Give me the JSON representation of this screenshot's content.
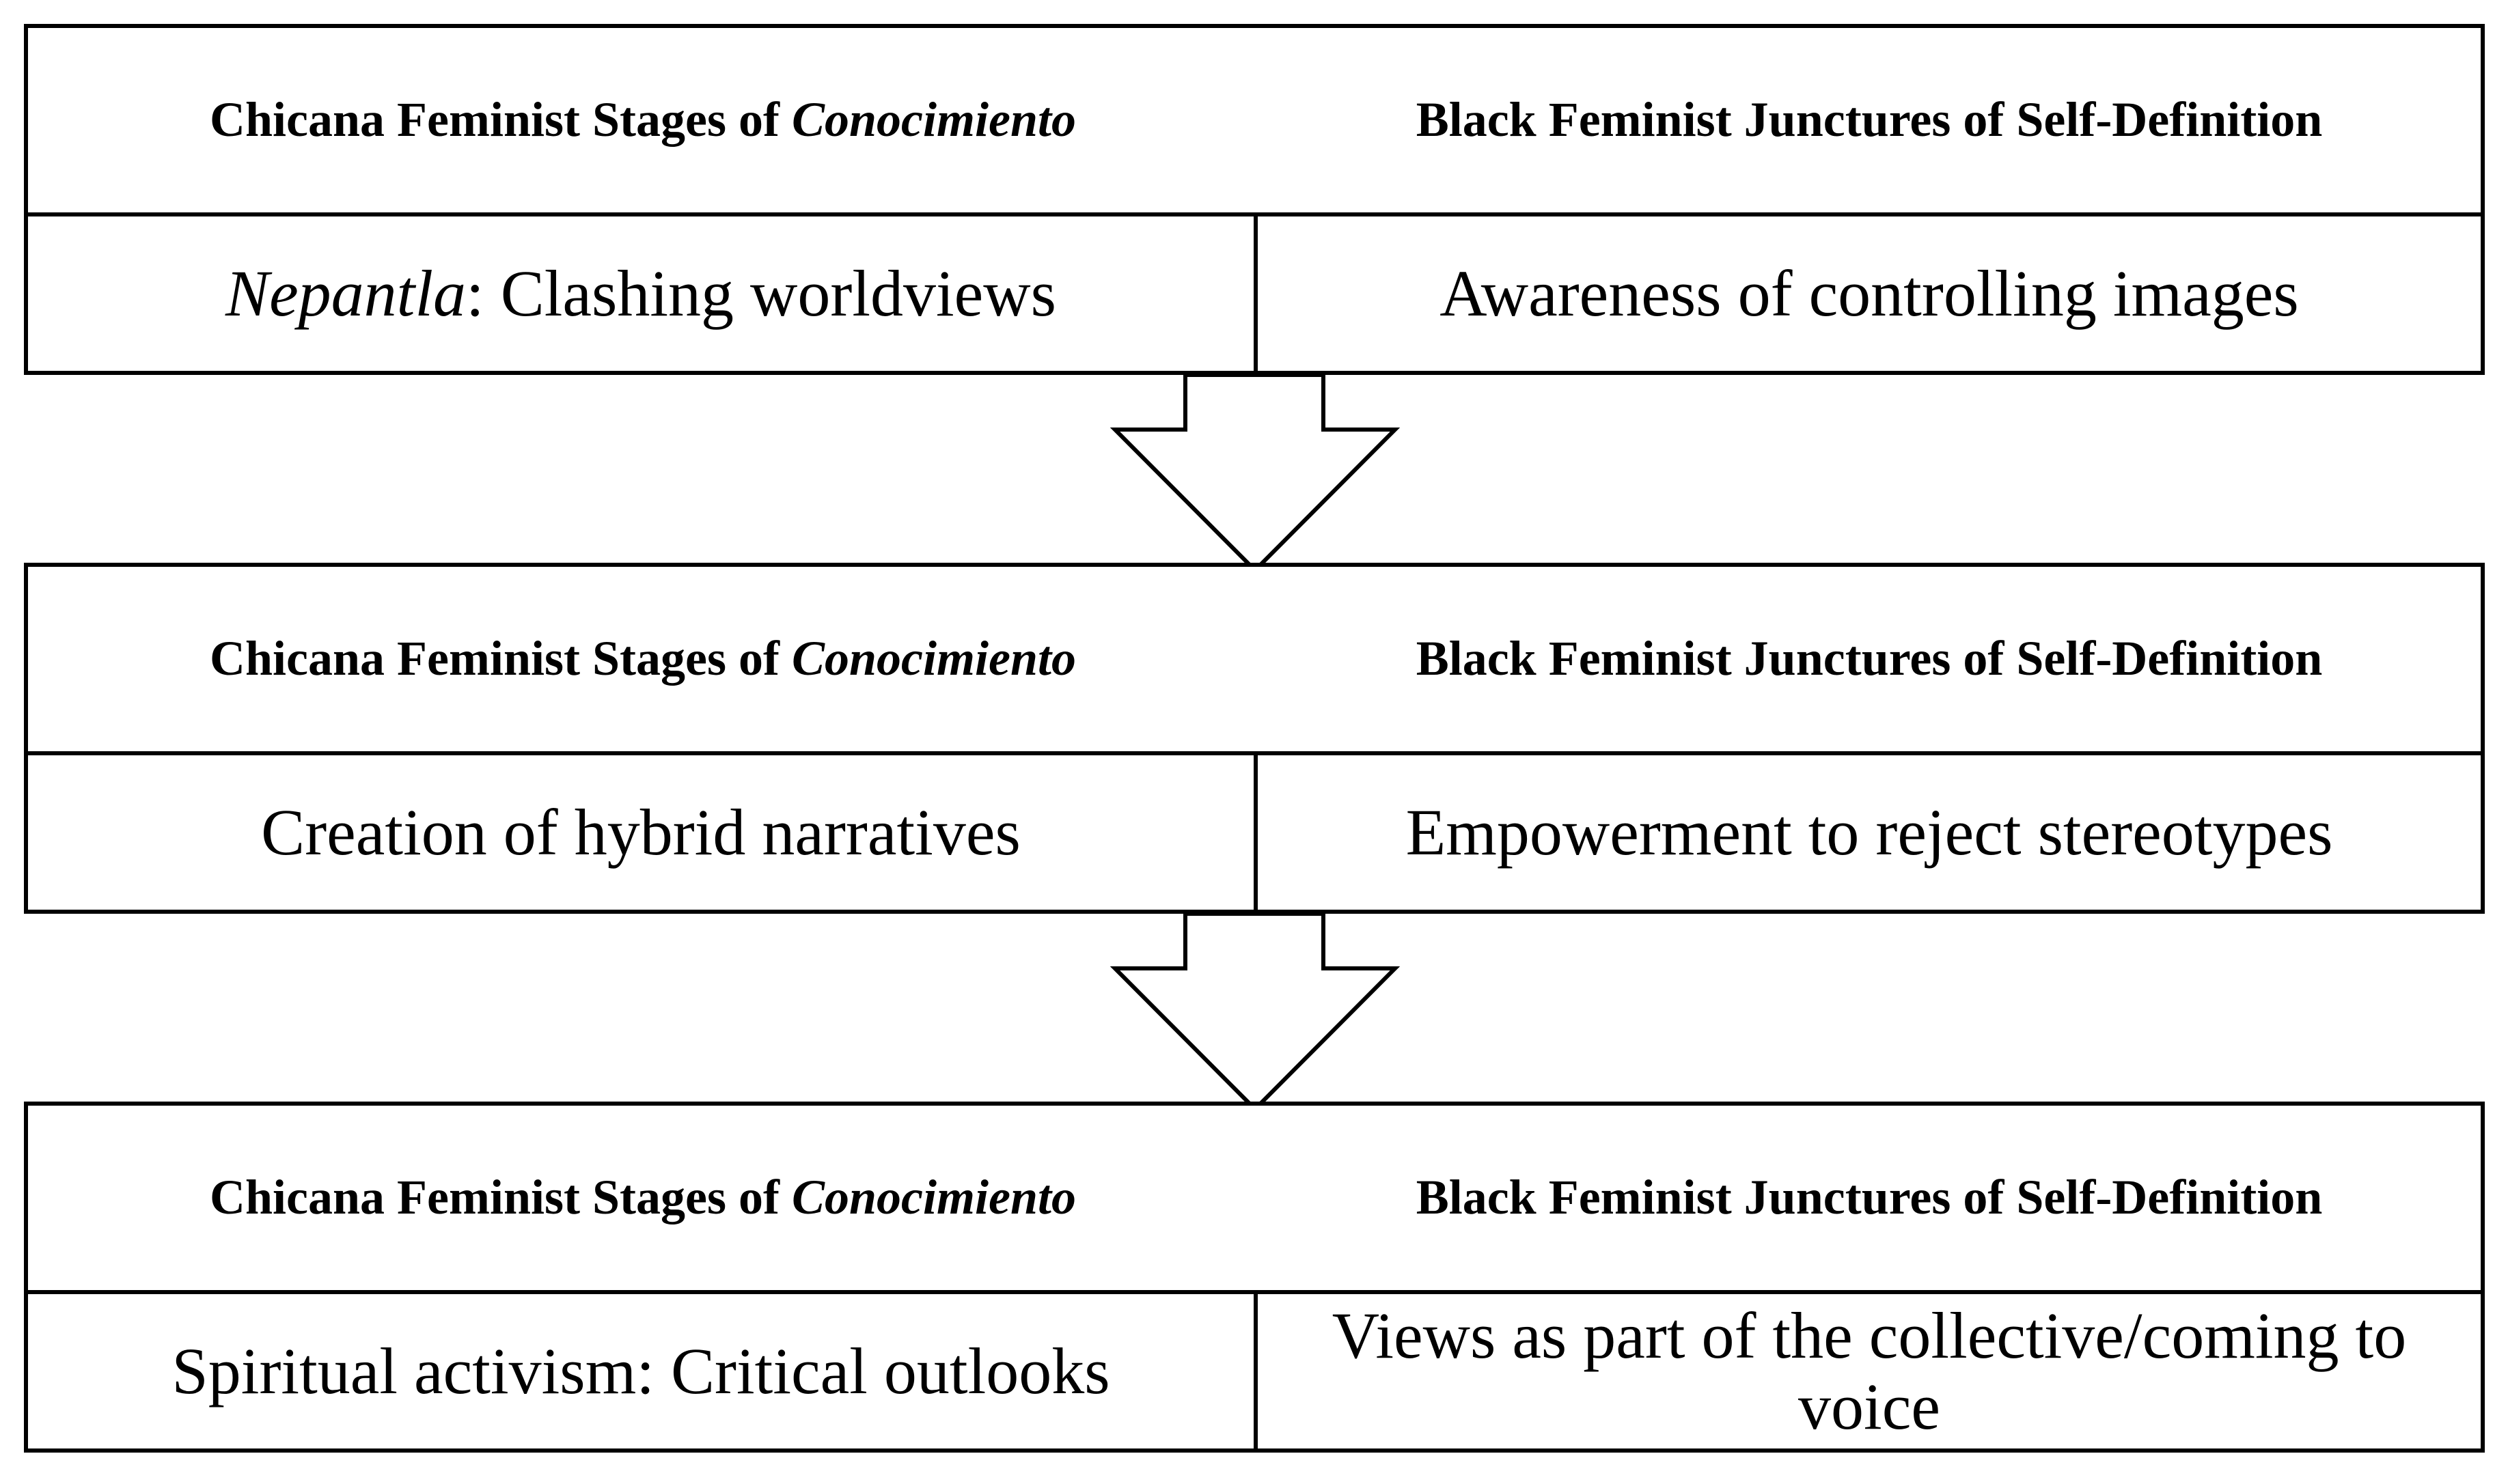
{
  "stages": [
    {
      "header": {
        "left_prefix": "Chicana Feminist Stages of ",
        "left_italic": "Conocimiento",
        "right": "Black Feminist Junctures of Self-Definition"
      },
      "body": {
        "left_italic": "Nepantla",
        "left_rest": ": Clashing worldviews",
        "right": "Awareness of controlling images"
      }
    },
    {
      "header": {
        "left_prefix": "Chicana Feminist Stages of ",
        "left_italic": "Conocimiento",
        "right": "Black Feminist Junctures of Self-Definition"
      },
      "body": {
        "left": "Creation of hybrid narratives",
        "right": "Empowerment to reject stereotypes"
      }
    },
    {
      "header": {
        "left_prefix": "Chicana Feminist Stages of ",
        "left_italic": "Conocimiento",
        "right": "Black Feminist Junctures of Self-Definition"
      },
      "body": {
        "left": "Spiritual activism: Critical outlooks",
        "right": "Views as part of the collective/coming to voice"
      }
    }
  ]
}
